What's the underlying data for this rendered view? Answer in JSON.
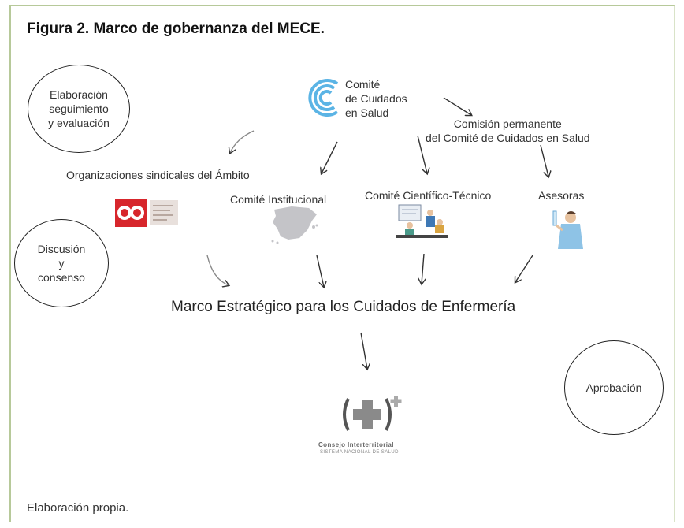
{
  "figure": {
    "title": "Figura 2. Marco de gobernanza del MECE.",
    "footer": "Elaboración propia."
  },
  "circles": {
    "elaboration": "Elaboración\nseguimiento\ny evaluación",
    "discussion": "Discusión\ny\nconsenso",
    "approval": "Aprobación"
  },
  "nodes": {
    "committee": "Comité\nde Cuidados\nen Salud",
    "permanent_commission": "Comisión permanente\ndel Comité de Cuidados en Salud",
    "unions": "Organizaciones sindicales del Ámbito",
    "institutional": "Comité Institucional",
    "scientific": "Comité Científico-Técnico",
    "advisors": "Asesoras",
    "framework": "Marco Estratégico para los Cuidados de Enfermería",
    "council_name": "Consejo Interterritorial",
    "council_sub": "SISTEMA NACIONAL DE SALUD"
  },
  "colors": {
    "frame": "#b7c99a",
    "committee_logo": "#5bb4e5",
    "union_red": "#d7262c",
    "council_gray": "#8a8a8a"
  }
}
